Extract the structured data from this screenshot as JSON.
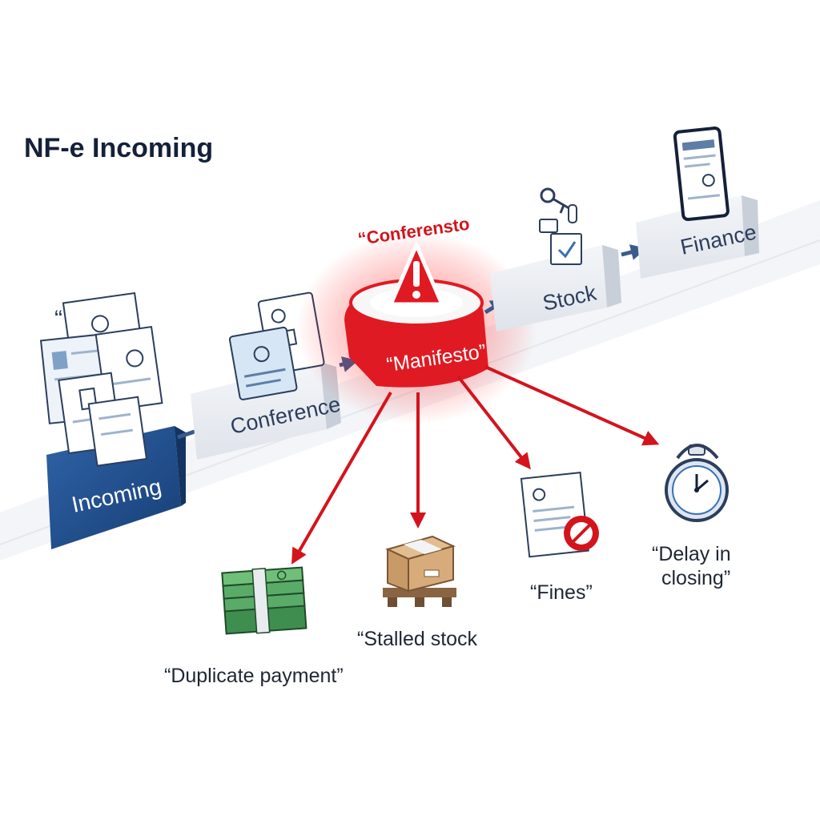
{
  "title": "NF-e Incoming",
  "stages": {
    "incoming": "Incoming",
    "conference": "Conference",
    "manifest": "“Manifesto”",
    "stock": "Stock",
    "finance": "Finance"
  },
  "warning_label": "“Conferensto",
  "doc_stack_quote": "“ ”",
  "consequences": {
    "duplicate_payment": "“Duplicate payment”",
    "stalled_stock": "“Stalled stock",
    "fines": "“Fines”",
    "delay_line1": "“Delay in",
    "delay_line2": "closing”"
  },
  "colors": {
    "alert_red": "#d3141c",
    "incoming_blue": "#1f4e8c",
    "flow_arrow": "#3a5a8c",
    "block_gray": "#e6e9ee",
    "money_green": "#3e8e4f"
  },
  "icons": {
    "incoming": "document-stack-icon",
    "conference": "document-cards-icon",
    "manifest": "warning-triangle-icon",
    "stock": "checklist-key-icon",
    "finance": "tablet-document-icon",
    "duplicate_payment": "cash-stack-icon",
    "stalled_stock": "box-on-pallet-icon",
    "fines": "document-seal-icon",
    "delay": "stopwatch-icon"
  }
}
